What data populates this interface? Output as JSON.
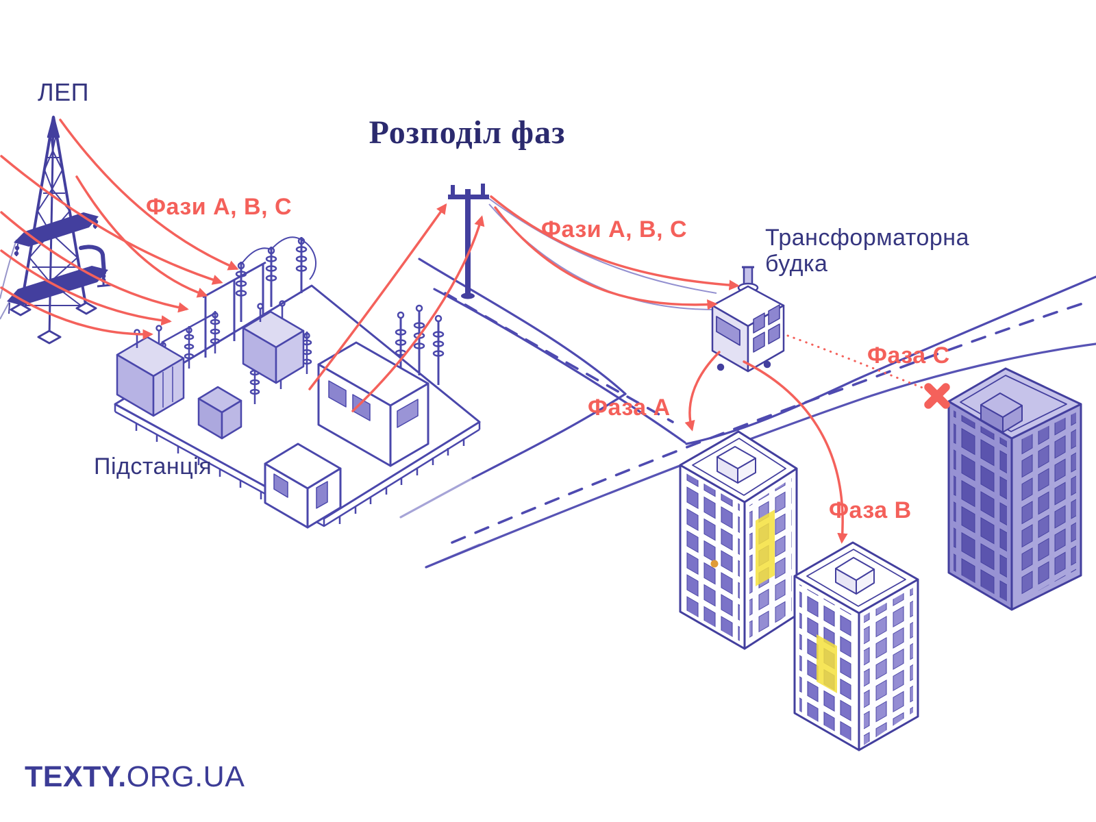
{
  "header": {
    "title": "Розподіл фаз"
  },
  "labels": {
    "lep": "ЛЕП",
    "phases_abc_top": "Фази А, В, С",
    "phases_abc_mid": "Фази А, В, С",
    "substation": "Підстанція",
    "transformer_booth": "Трансформаторна будка",
    "phase_a": "Фаза А",
    "phase_b": "Фаза B",
    "phase_c": "Фаза С"
  },
  "footer": {
    "brand_bold": "TEXTY.",
    "brand_rest": "ORG.UA"
  },
  "colors": {
    "ink_blue": "#4440a3",
    "label_blue": "#35357f",
    "title_blue": "#2b2a6e",
    "accent_red": "#f4605a",
    "highlight_yellow": "#f5e13c",
    "building_shade": "#a7a3da",
    "background": "#ffffff"
  },
  "icons": {
    "cut_mark": "x-cross-icon"
  }
}
